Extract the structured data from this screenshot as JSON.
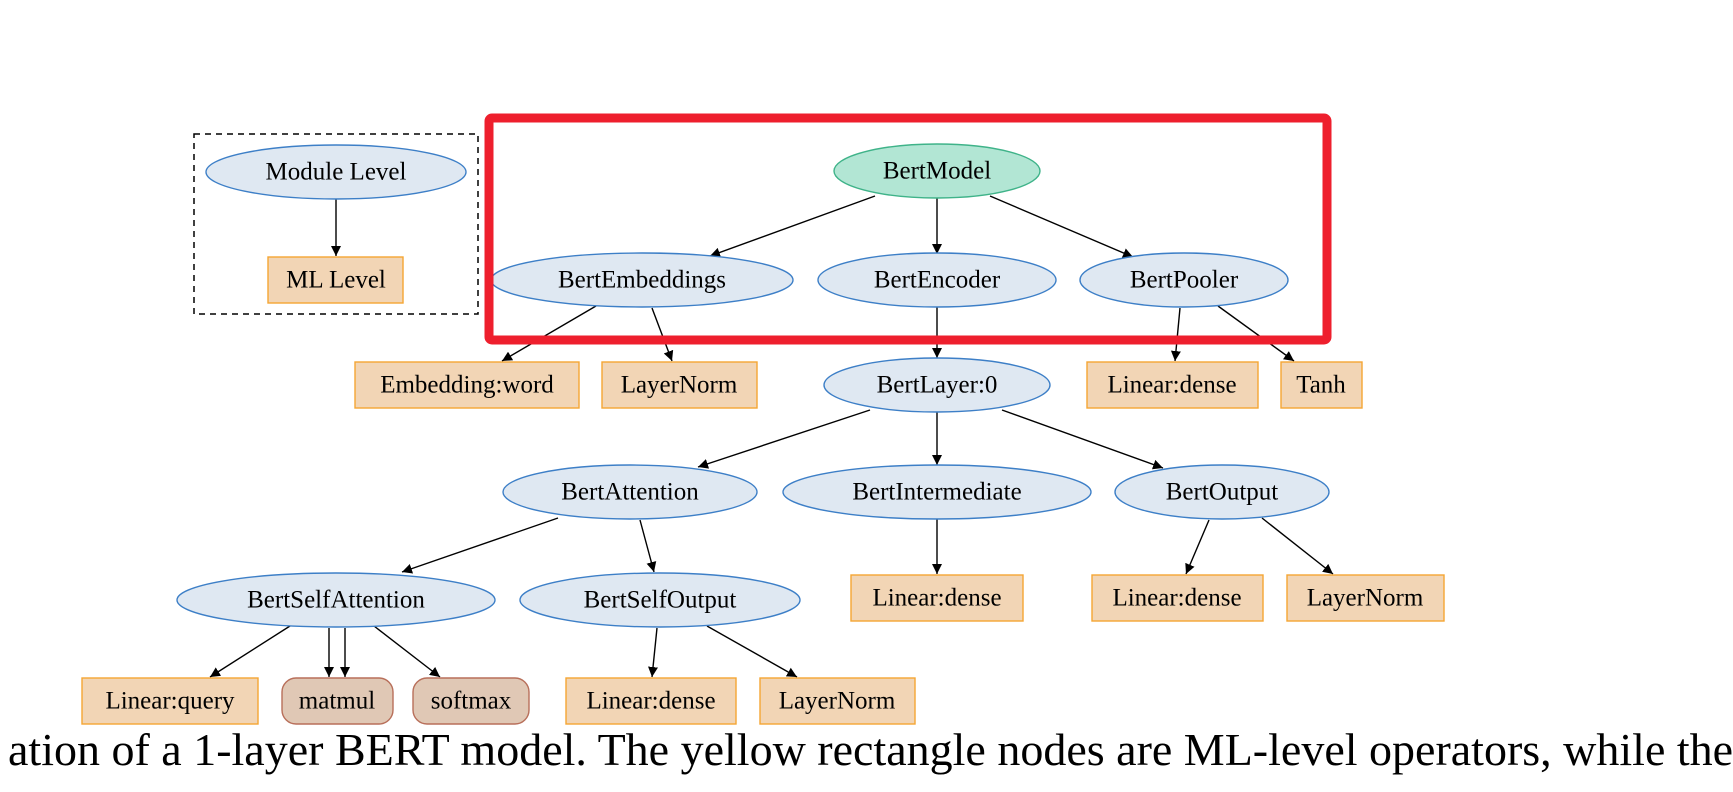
{
  "legend": {
    "module_level": "Module Level",
    "ml_level": "ML Level"
  },
  "nodes": {
    "bert_model": "BertModel",
    "bert_embeddings": "BertEmbeddings",
    "bert_encoder": "BertEncoder",
    "bert_pooler": "BertPooler",
    "embedding_word": "Embedding:word",
    "emb_layernorm": "LayerNorm",
    "bert_layer_0": "BertLayer:0",
    "pooler_linear_dense": "Linear:dense",
    "tanh": "Tanh",
    "bert_attention": "BertAttention",
    "bert_intermediate": "BertIntermediate",
    "bert_output": "BertOutput",
    "bert_self_attention": "BertSelfAttention",
    "bert_self_output": "BertSelfOutput",
    "intermediate_linear_dense": "Linear:dense",
    "output_linear_dense": "Linear:dense",
    "output_layernorm": "LayerNorm",
    "linear_query": "Linear:query",
    "matmul": "matmul",
    "softmax": "softmax",
    "selfout_linear_dense": "Linear:dense",
    "selfout_layernorm": "LayerNorm"
  },
  "caption": "ation of a 1-layer BERT model. The yellow rectangle nodes are ML-level operators, while the",
  "colors": {
    "module_fill": "#dfe8f2",
    "module_stroke": "#3d7fc7",
    "root_fill": "#b2e6d4",
    "root_stroke": "#3fb389",
    "ml_fill": "#f2d5b5",
    "ml_stroke": "#f4a633",
    "func_fill": "#e0c8b5",
    "func_stroke": "#b86f5a",
    "highlight": "#ee1f2d"
  }
}
